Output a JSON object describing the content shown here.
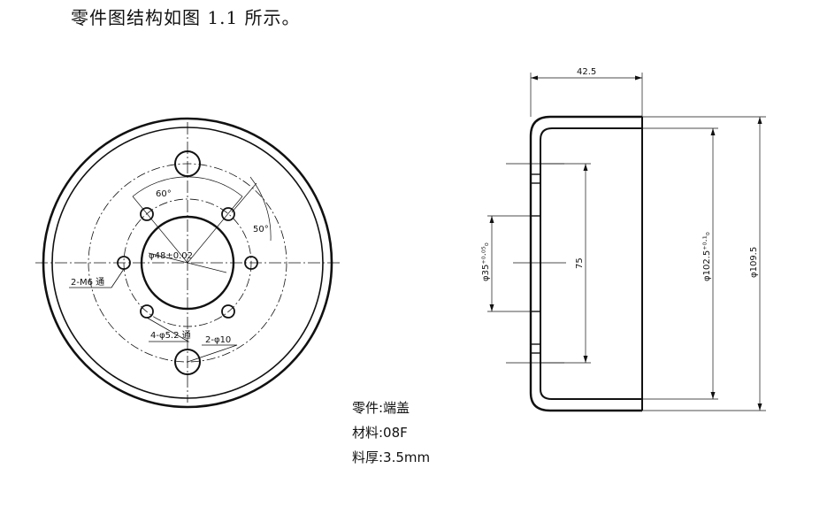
{
  "caption": "零件图结构如图 1.1 所示。",
  "front_view": {
    "angle_top": "60°",
    "angle_right": "50°",
    "bore_dim": "φ48±0.02",
    "thread_holes": "2-M6 通",
    "small_holes": "4-φ5.2 通",
    "large_holes": "2-φ10"
  },
  "side_view": {
    "depth_dim": "42.5",
    "spacing_dim": "75",
    "bore_dim": "φ35⁺⁰·⁰⁵₀",
    "inner_dim": "φ102.5⁺⁰·¹₀",
    "outer_dim": "φ109.5"
  },
  "part_info": {
    "part_name": "零件:端盖",
    "material": "材料:08F",
    "thickness": "料厚:3.5mm"
  }
}
